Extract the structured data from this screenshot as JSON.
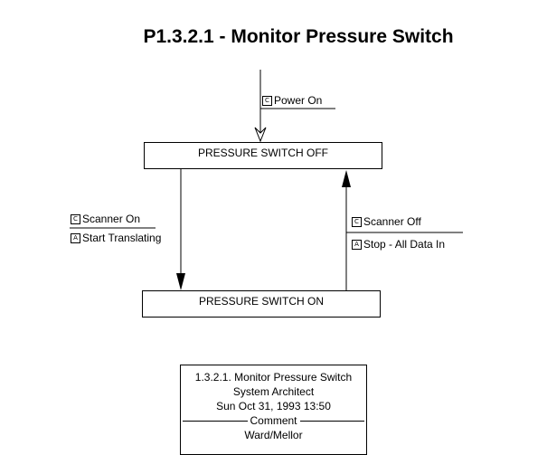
{
  "title": "P1.3.2.1 - Monitor Pressure Switch",
  "states": {
    "off": "PRESSURE SWITCH OFF",
    "on": "PRESSURE SWITCH ON"
  },
  "transitions": {
    "initial": {
      "condition_badge": "C",
      "condition": "Power On"
    },
    "off_to_on": {
      "condition_badge": "C",
      "condition": "Scanner On",
      "action_badge": "A",
      "action": "Start Translating"
    },
    "on_to_off": {
      "condition_badge": "C",
      "condition": "Scanner Off",
      "action_badge": "A",
      "action": "Stop - All Data In"
    }
  },
  "info": {
    "line1": "1.3.2.1. Monitor Pressure Switch",
    "line2": "System Architect",
    "line3": "Sun Oct 31, 1993  13:50",
    "comment_label": "Comment",
    "comment": "Ward/Mellor"
  }
}
